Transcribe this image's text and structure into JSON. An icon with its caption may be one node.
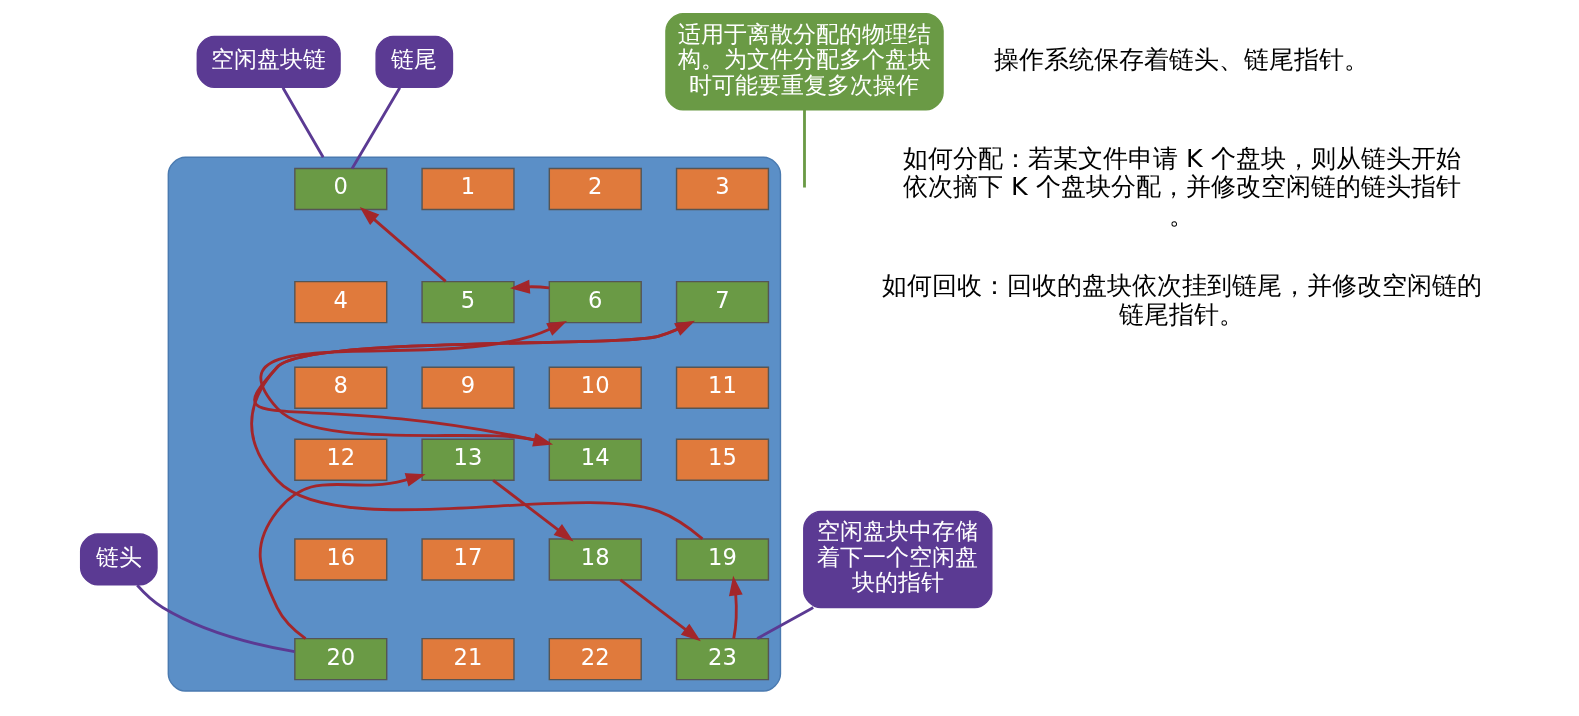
{
  "diagram": {
    "nodes": [
      {
        "text": [],
        "shape": "cylinder"
      },
      {
        "text": [
          "空闲盘块链"
        ]
      },
      {
        "text": [
          "链尾"
        ]
      },
      {
        "text": [
          "0"
        ],
        "in": 0
      },
      {
        "text": [
          "1"
        ],
        "in": 0
      },
      {
        "text": [
          "2"
        ],
        "in": 0
      },
      {
        "text": [
          "3"
        ],
        "in": 0
      },
      {
        "text": [
          "4"
        ],
        "in": 0
      },
      {
        "text": [
          "5"
        ],
        "in": 0
      },
      {
        "text": [
          "6"
        ],
        "in": 0
      },
      {
        "text": [
          "7"
        ],
        "in": 0
      },
      {
        "text": [
          "8"
        ],
        "in": 0
      },
      {
        "text": [
          "9"
        ],
        "in": 0
      },
      {
        "text": [
          "10"
        ],
        "in": 0
      },
      {
        "text": [
          "11"
        ],
        "in": 0
      },
      {
        "text": [
          "12"
        ],
        "in": 0
      },
      {
        "text": [
          "13"
        ],
        "in": 0
      },
      {
        "text": [
          "14"
        ],
        "in": 0
      },
      {
        "text": [
          "15"
        ],
        "in": 0
      },
      {
        "text": [
          "16"
        ],
        "in": 0
      },
      {
        "text": [
          "17"
        ],
        "in": 0
      },
      {
        "text": [
          "18"
        ],
        "in": 0
      },
      {
        "text": [
          "19"
        ],
        "in": 0
      },
      {
        "text": [
          "20"
        ],
        "in": 0
      },
      {
        "text": [
          "21"
        ],
        "in": 0
      },
      {
        "text": [
          "22"
        ],
        "in": 0
      },
      {
        "text": [
          "23"
        ],
        "in": 0
      },
      {
        "text": [
          "链头"
        ]
      },
      {
        "text": [
          "空闲盘块中存储着下一个空闲盘块的指针"
        ]
      },
      {
        "text": [
          "适用于离散分配的物理结构。为文件分配多个盘块时可能要重复多次操作"
        ]
      }
    ],
    "edges": [
      {
        "from": 23,
        "to": 16,
        "arrow": "to"
      },
      {
        "from": 16,
        "to": 21,
        "arrow": "to"
      },
      {
        "from": 21,
        "to": 26,
        "arrow": "to"
      },
      {
        "from": 26,
        "to": 22,
        "arrow": "to"
      },
      {
        "from": 22,
        "to": 10,
        "arrow": "to"
      },
      {
        "from": 10,
        "to": 17,
        "arrow": "to"
      },
      {
        "from": 17,
        "to": 9,
        "arrow": "to"
      },
      {
        "from": 9,
        "to": 8,
        "arrow": "to"
      },
      {
        "from": 8,
        "to": 3,
        "arrow": "to"
      },
      {
        "from": 1,
        "to": 0,
        "arrow": "none",
        "color": "#5b3a93"
      },
      {
        "from": 2,
        "to": 3,
        "arrow": "none",
        "color": "#5b3a93"
      },
      {
        "from": 27,
        "to": 23,
        "arrow": "none",
        "color": "#5b3a93"
      },
      {
        "from": 28,
        "to": 26,
        "arrow": "none",
        "color": "#5b3a93"
      },
      {
        "from": 29,
        "to": null,
        "arrow": "none",
        "color": "#6a9a45"
      }
    ],
    "labels": [
      "操作系统保存着链头、链尾指针。",
      "如何分配：若某文件申请 K 个盘块，则从链头开始依次摘下 K 个盘块分配，并修改空闲链的链头指针。",
      "如何回收：回收的盘块依次挂到链尾，并修改空闲链的链尾指针。"
    ]
  }
}
